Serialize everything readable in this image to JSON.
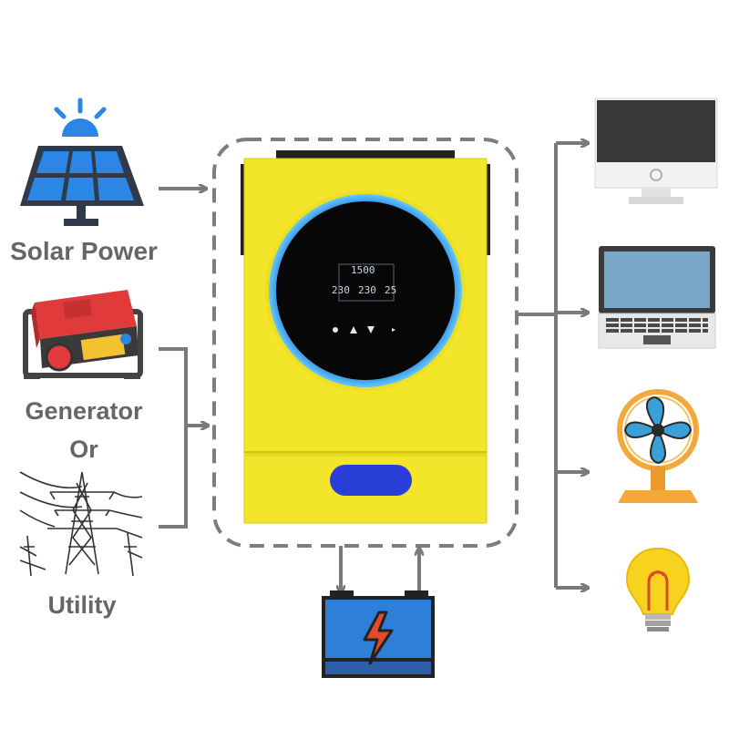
{
  "inputs": {
    "solar_label": "Solar Power",
    "generator_label": "Generator",
    "or_label": "Or",
    "utility_label": "Utility"
  },
  "inverter": {
    "display_readouts": [
      "1500",
      "230",
      "230",
      "25"
    ]
  },
  "colors": {
    "arrow": "#7a7a7a",
    "inverter_body": "#f2e52a",
    "ring": "#2f9cff",
    "dashed_border": "#7d7d7d",
    "battery_blue": "#2e7fd8",
    "generator_red": "#e03a3a"
  }
}
